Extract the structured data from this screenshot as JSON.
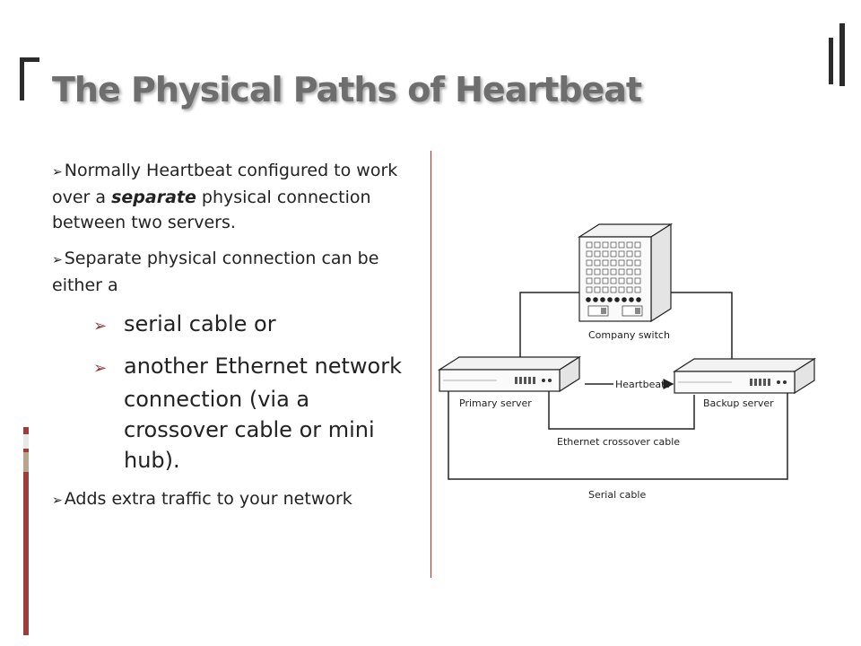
{
  "slide": {
    "title": "The Physical Paths of Heartbeat",
    "accent_color": "#9b3f3a",
    "bullets": {
      "b1_pre": "Normally Heartbeat  configured to work over a ",
      "b1_em": "separate",
      "b1_post": " physical connection between two servers.",
      "b2": "Separate physical connection can be either a",
      "sub1": "serial cable or",
      "sub2": "another Ethernet network connection (via a crossover cable or mini hub).",
      "b3": "Adds extra traffic to your network"
    }
  },
  "diagram": {
    "switch_label": "Company switch",
    "primary_label": "Primary server",
    "backup_label": "Backup server",
    "heartbeats_label": "Heartbeats",
    "crossover_label": "Ethernet crossover cable",
    "serial_label": "Serial cable"
  }
}
